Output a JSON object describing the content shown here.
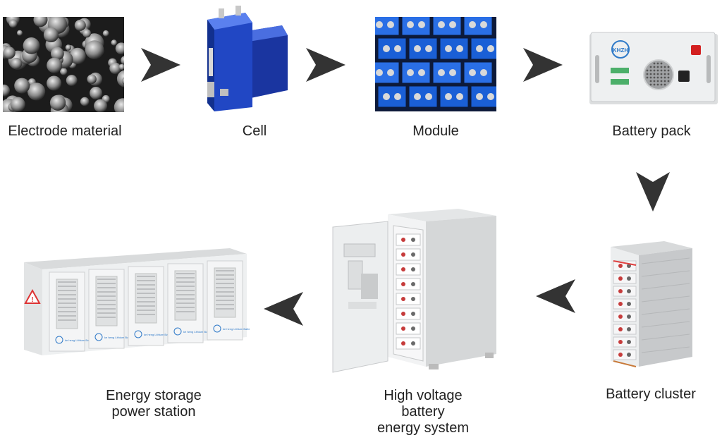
{
  "stages": {
    "electrode_material": {
      "label": "Electrode material"
    },
    "cell": {
      "label": "Cell"
    },
    "module": {
      "label": "Module"
    },
    "battery_pack": {
      "label": "Battery pack",
      "logo_text": "KHZH"
    },
    "battery_cluster": {
      "label": "Battery cluster"
    },
    "hv_system": {
      "label": "High voltage\nbattery\nenergy system"
    },
    "power_station": {
      "label": "Energy storage\npower station",
      "cabinet_caption": "ke heng Lithium Battery"
    }
  },
  "colors": {
    "arrow": "#333333",
    "cell_blue": "#1f43b8",
    "cabinet": "#e9ebec",
    "module_blue": "#1a5fd6"
  },
  "icons": {
    "flow_arrow": "chevron-arrow-icon"
  }
}
